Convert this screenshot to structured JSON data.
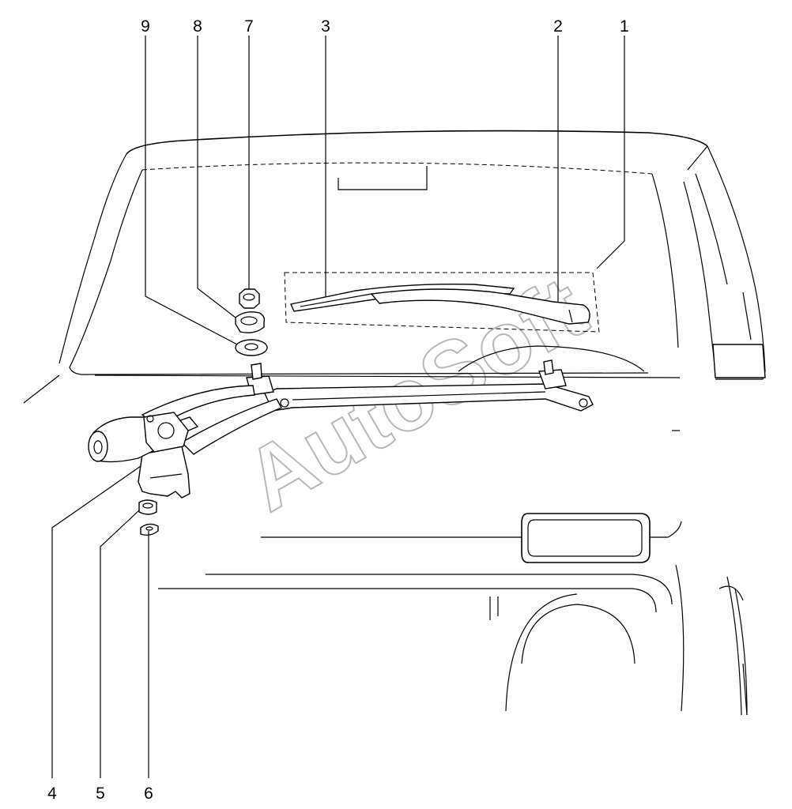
{
  "diagram": {
    "watermark": "AutoSoft",
    "callouts": [
      "1",
      "2",
      "3",
      "4",
      "5",
      "6",
      "7",
      "8",
      "9"
    ]
  }
}
